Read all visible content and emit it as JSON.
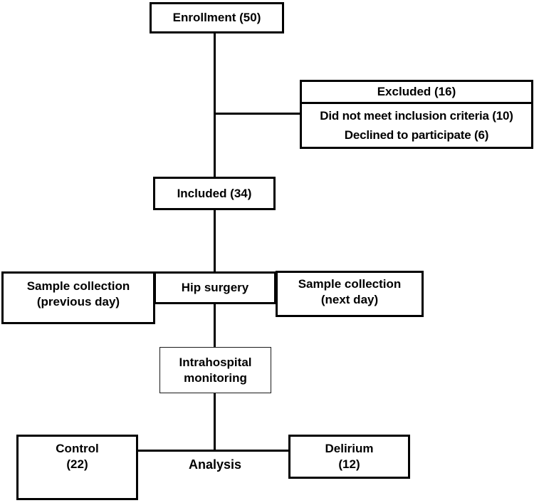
{
  "canvas": {
    "background": "#ffffff",
    "line_color": "#000000",
    "text_color": "#000000"
  },
  "flowchart": {
    "enrollment": {
      "label": "Enrollment (50)"
    },
    "excluded": {
      "header": "Excluded (16)",
      "reasons": [
        "Did not meet inclusion criteria (10)",
        "Declined to participate (6)"
      ]
    },
    "included": {
      "label": "Included (34)"
    },
    "sample_previous": {
      "lines": [
        "Sample collection",
        "(previous day)"
      ]
    },
    "hip_surgery": {
      "label": "Hip surgery"
    },
    "sample_next": {
      "lines": [
        "Sample collection",
        "(next day)"
      ]
    },
    "monitoring": {
      "lines": [
        "Intrahospital",
        "monitoring"
      ]
    },
    "control": {
      "lines": [
        "Control",
        "(22)"
      ]
    },
    "analysis_label": "Analysis",
    "delirium": {
      "lines": [
        "Delirium",
        "(12)"
      ]
    }
  }
}
